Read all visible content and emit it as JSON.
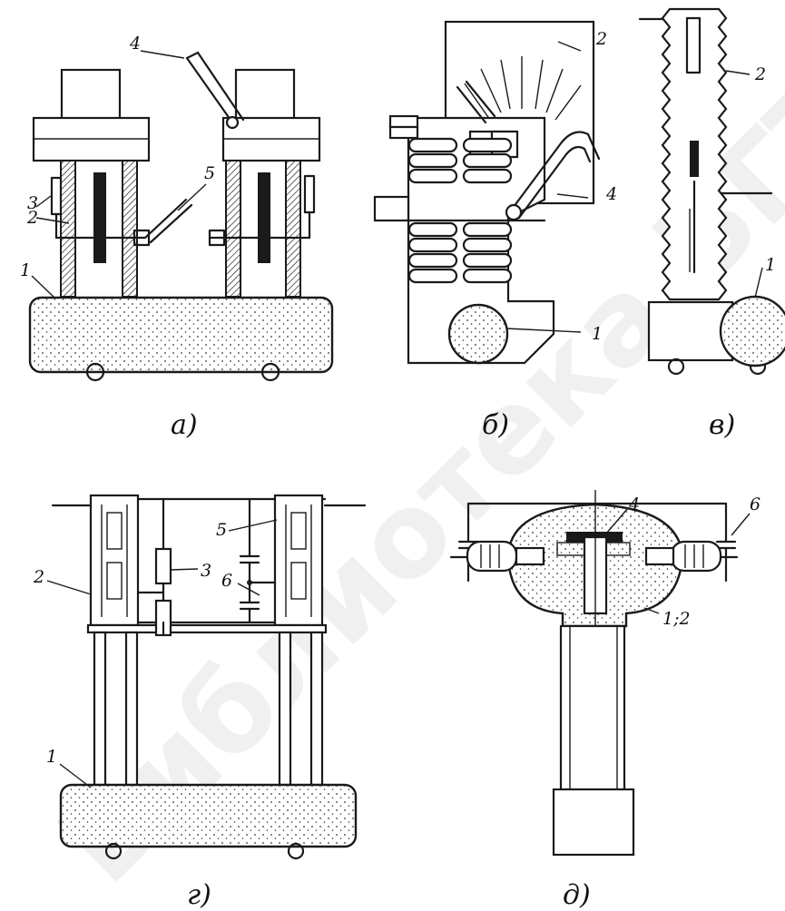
{
  "watermark": {
    "text": "Библиотека БГТУ",
    "color": "#e4e4e4"
  },
  "panels": [
    {
      "id": "a",
      "caption": "а)",
      "callouts": [
        "4",
        "5",
        "3",
        "2",
        "1"
      ]
    },
    {
      "id": "b",
      "caption": "б)",
      "callouts": [
        "2",
        "4",
        "1"
      ]
    },
    {
      "id": "v",
      "caption": "в)",
      "callouts": [
        "2",
        "1"
      ]
    },
    {
      "id": "g",
      "caption": "г)",
      "callouts": [
        "5",
        "3",
        "6",
        "2",
        "1"
      ]
    },
    {
      "id": "d",
      "caption": "д)",
      "callouts": [
        "4",
        "6",
        "1;2"
      ]
    }
  ],
  "colors": {
    "ink": "#1a1a1a",
    "background": "#ffffff"
  }
}
